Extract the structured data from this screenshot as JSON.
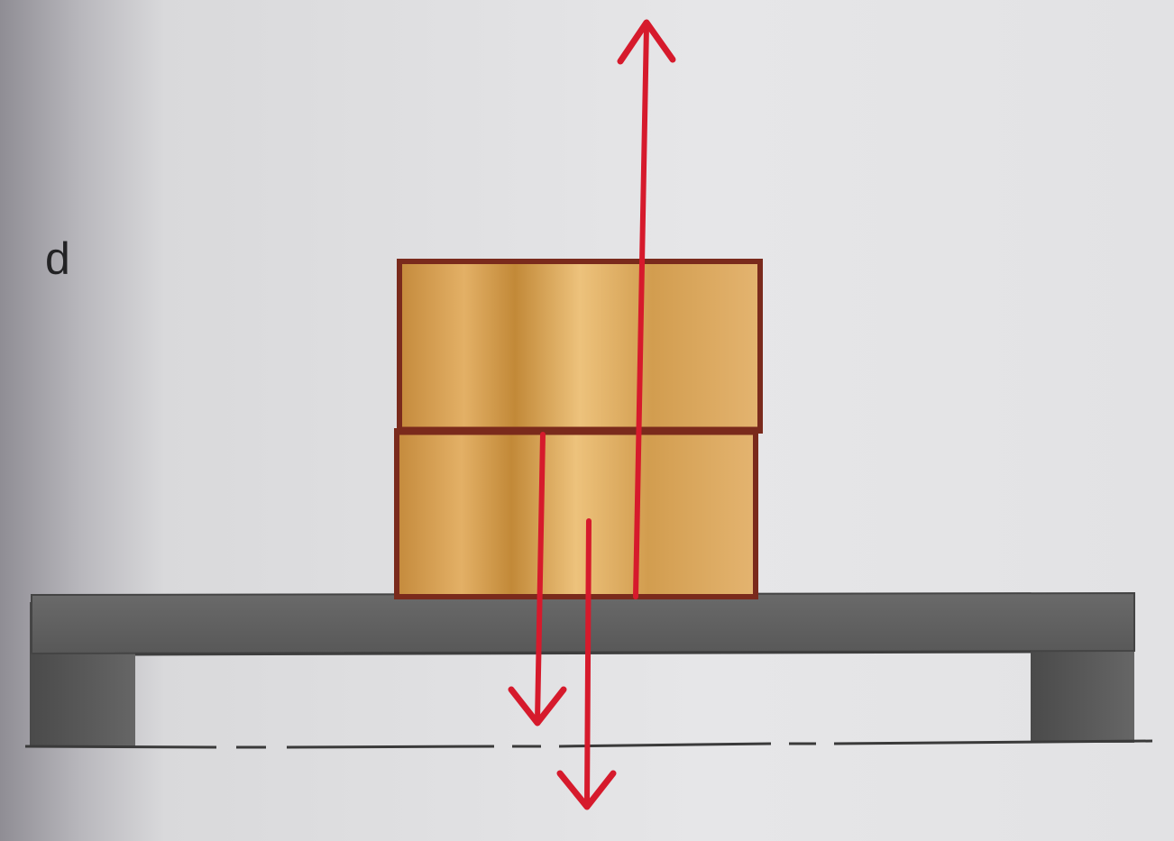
{
  "figure": {
    "panel_label": "d",
    "colors": {
      "paper": "#e4e4e6",
      "paper_shadow": "#8f8d94",
      "block_fill": "#d6a04e",
      "block_highlight": "#edc27c",
      "block_outline": "#7a2a1c",
      "table_top": "#5e5e5e",
      "table_leg": "#5a5a5a",
      "floor_line": "#3a3a3a",
      "force_arrow": "#d61a2c"
    },
    "objects": [
      {
        "name": "upper-block"
      },
      {
        "name": "lower-block"
      },
      {
        "name": "table"
      },
      {
        "name": "floor-line"
      }
    ],
    "forces": [
      {
        "name": "upward-force",
        "direction": "up"
      },
      {
        "name": "downward-force-short",
        "direction": "down"
      },
      {
        "name": "downward-force-long",
        "direction": "down"
      }
    ]
  }
}
